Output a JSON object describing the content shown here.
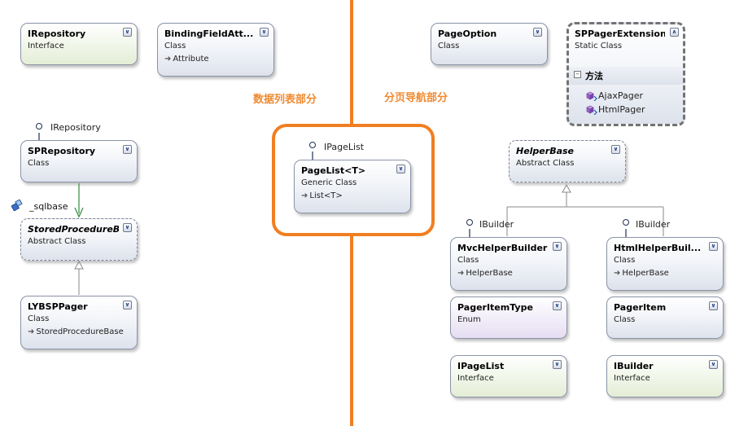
{
  "sections": {
    "data_list": "数据列表部分",
    "pager_nav": "分页导航部分"
  },
  "colors": {
    "divider": "#f07f22",
    "highlight": "#f07f22",
    "accent_text": "#f08a30"
  },
  "boxes": {
    "irepository": {
      "name": "IRepository",
      "kind": "Interface"
    },
    "bindingfield": {
      "name": "BindingFieldAtt...",
      "kind": "Class",
      "base": "Attribute"
    },
    "sprepository": {
      "name": "SPRepository",
      "kind": "Class"
    },
    "storedproc": {
      "name": "StoredProcedureB...",
      "kind": "Abstract Class"
    },
    "lybsppager": {
      "name": "LYBSPPager",
      "kind": "Class",
      "base": "StoredProcedureBase"
    },
    "pagelist_generic": {
      "name": "PageList<T>",
      "kind": "Generic Class",
      "base": "List<T>"
    },
    "pageoption": {
      "name": "PageOption",
      "kind": "Class"
    },
    "sppagerext": {
      "name": "SPPagerExtension",
      "kind": "Static Class",
      "methods_header": "方法",
      "methods": [
        "AjaxPager",
        "HtmlPager"
      ]
    },
    "helperbase": {
      "name": "HelperBase",
      "kind": "Abstract Class"
    },
    "mvchelper": {
      "name": "MvcHelperBuilder",
      "kind": "Class",
      "base": "HelperBase"
    },
    "htmlhelper": {
      "name": "HtmlHelperBuil...",
      "kind": "Class",
      "base": "HelperBase"
    },
    "pageritemtype": {
      "name": "PagerItemType",
      "kind": "Enum"
    },
    "pageritem": {
      "name": "PagerItem",
      "kind": "Class"
    },
    "ipagelist_iface": {
      "name": "IPageList",
      "kind": "Interface"
    },
    "ibuilder_iface": {
      "name": "IBuilder",
      "kind": "Interface"
    }
  },
  "lollipops": {
    "sprepo": "IRepository",
    "pagelist": "IPageList",
    "mvc": "IBuilder",
    "html": "IBuilder"
  },
  "association": {
    "label": "_sqlbase"
  },
  "icons": {
    "collapse": "chevron-down-icon",
    "expand": "chevron-up-icon",
    "inherit_arrow": "inherit-arrow-icon",
    "method": "method-icon",
    "field": "field-icon"
  }
}
